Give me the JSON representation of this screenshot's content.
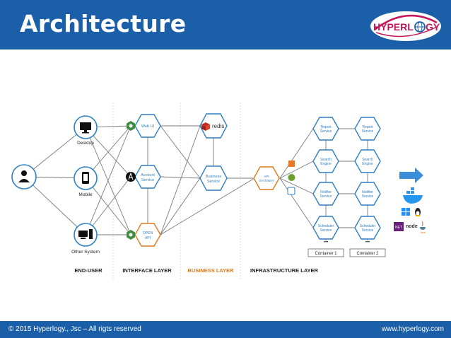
{
  "slide": {
    "title": "Architecture"
  },
  "logo": {
    "left": "HYPERL",
    "right": "GY"
  },
  "footer": {
    "copyright": "© 2015 Hyperlogy., Jsc – All rigts reserved",
    "website": "www.hyperlogy.com"
  },
  "end_user": {
    "desktop": "Desktop",
    "mobile": "Mobile",
    "other": "Other System"
  },
  "interface": {
    "web_ui": "Web UI",
    "account_1": "Account",
    "account_2": "Service",
    "open_1": "OPEN",
    "open_2": "API"
  },
  "business": {
    "redis": "redis",
    "service_1": "Business",
    "service_2": "Service"
  },
  "infra": {
    "gateway_1": "API",
    "gateway_2": "GATEWAY",
    "report_1": "Report",
    "report_2": "Service",
    "search_1": "Search",
    "search_2": "Engine",
    "notifier_1": "Notifier",
    "notifier_2": "Service",
    "scheduler_1": "Scheduler",
    "scheduler_2": "Service",
    "ellipsis": "•••",
    "container_1": "Container 1",
    "container_2": "Container 2"
  },
  "platforms": {
    "net": "NET",
    "node": "node",
    "java": "Java"
  },
  "layers": {
    "end_user": "END-USER",
    "interface": "INTERFACE LAYER",
    "business": "BUSINESS LAYER",
    "infrastructure": "INFRASTRUCTURE LAYER"
  },
  "colors": {
    "header_blue": "#1a5fa8",
    "node_blue": "#2f7fc2",
    "business_orange": "#e07b1a",
    "redis_red": "#c62d22"
  }
}
